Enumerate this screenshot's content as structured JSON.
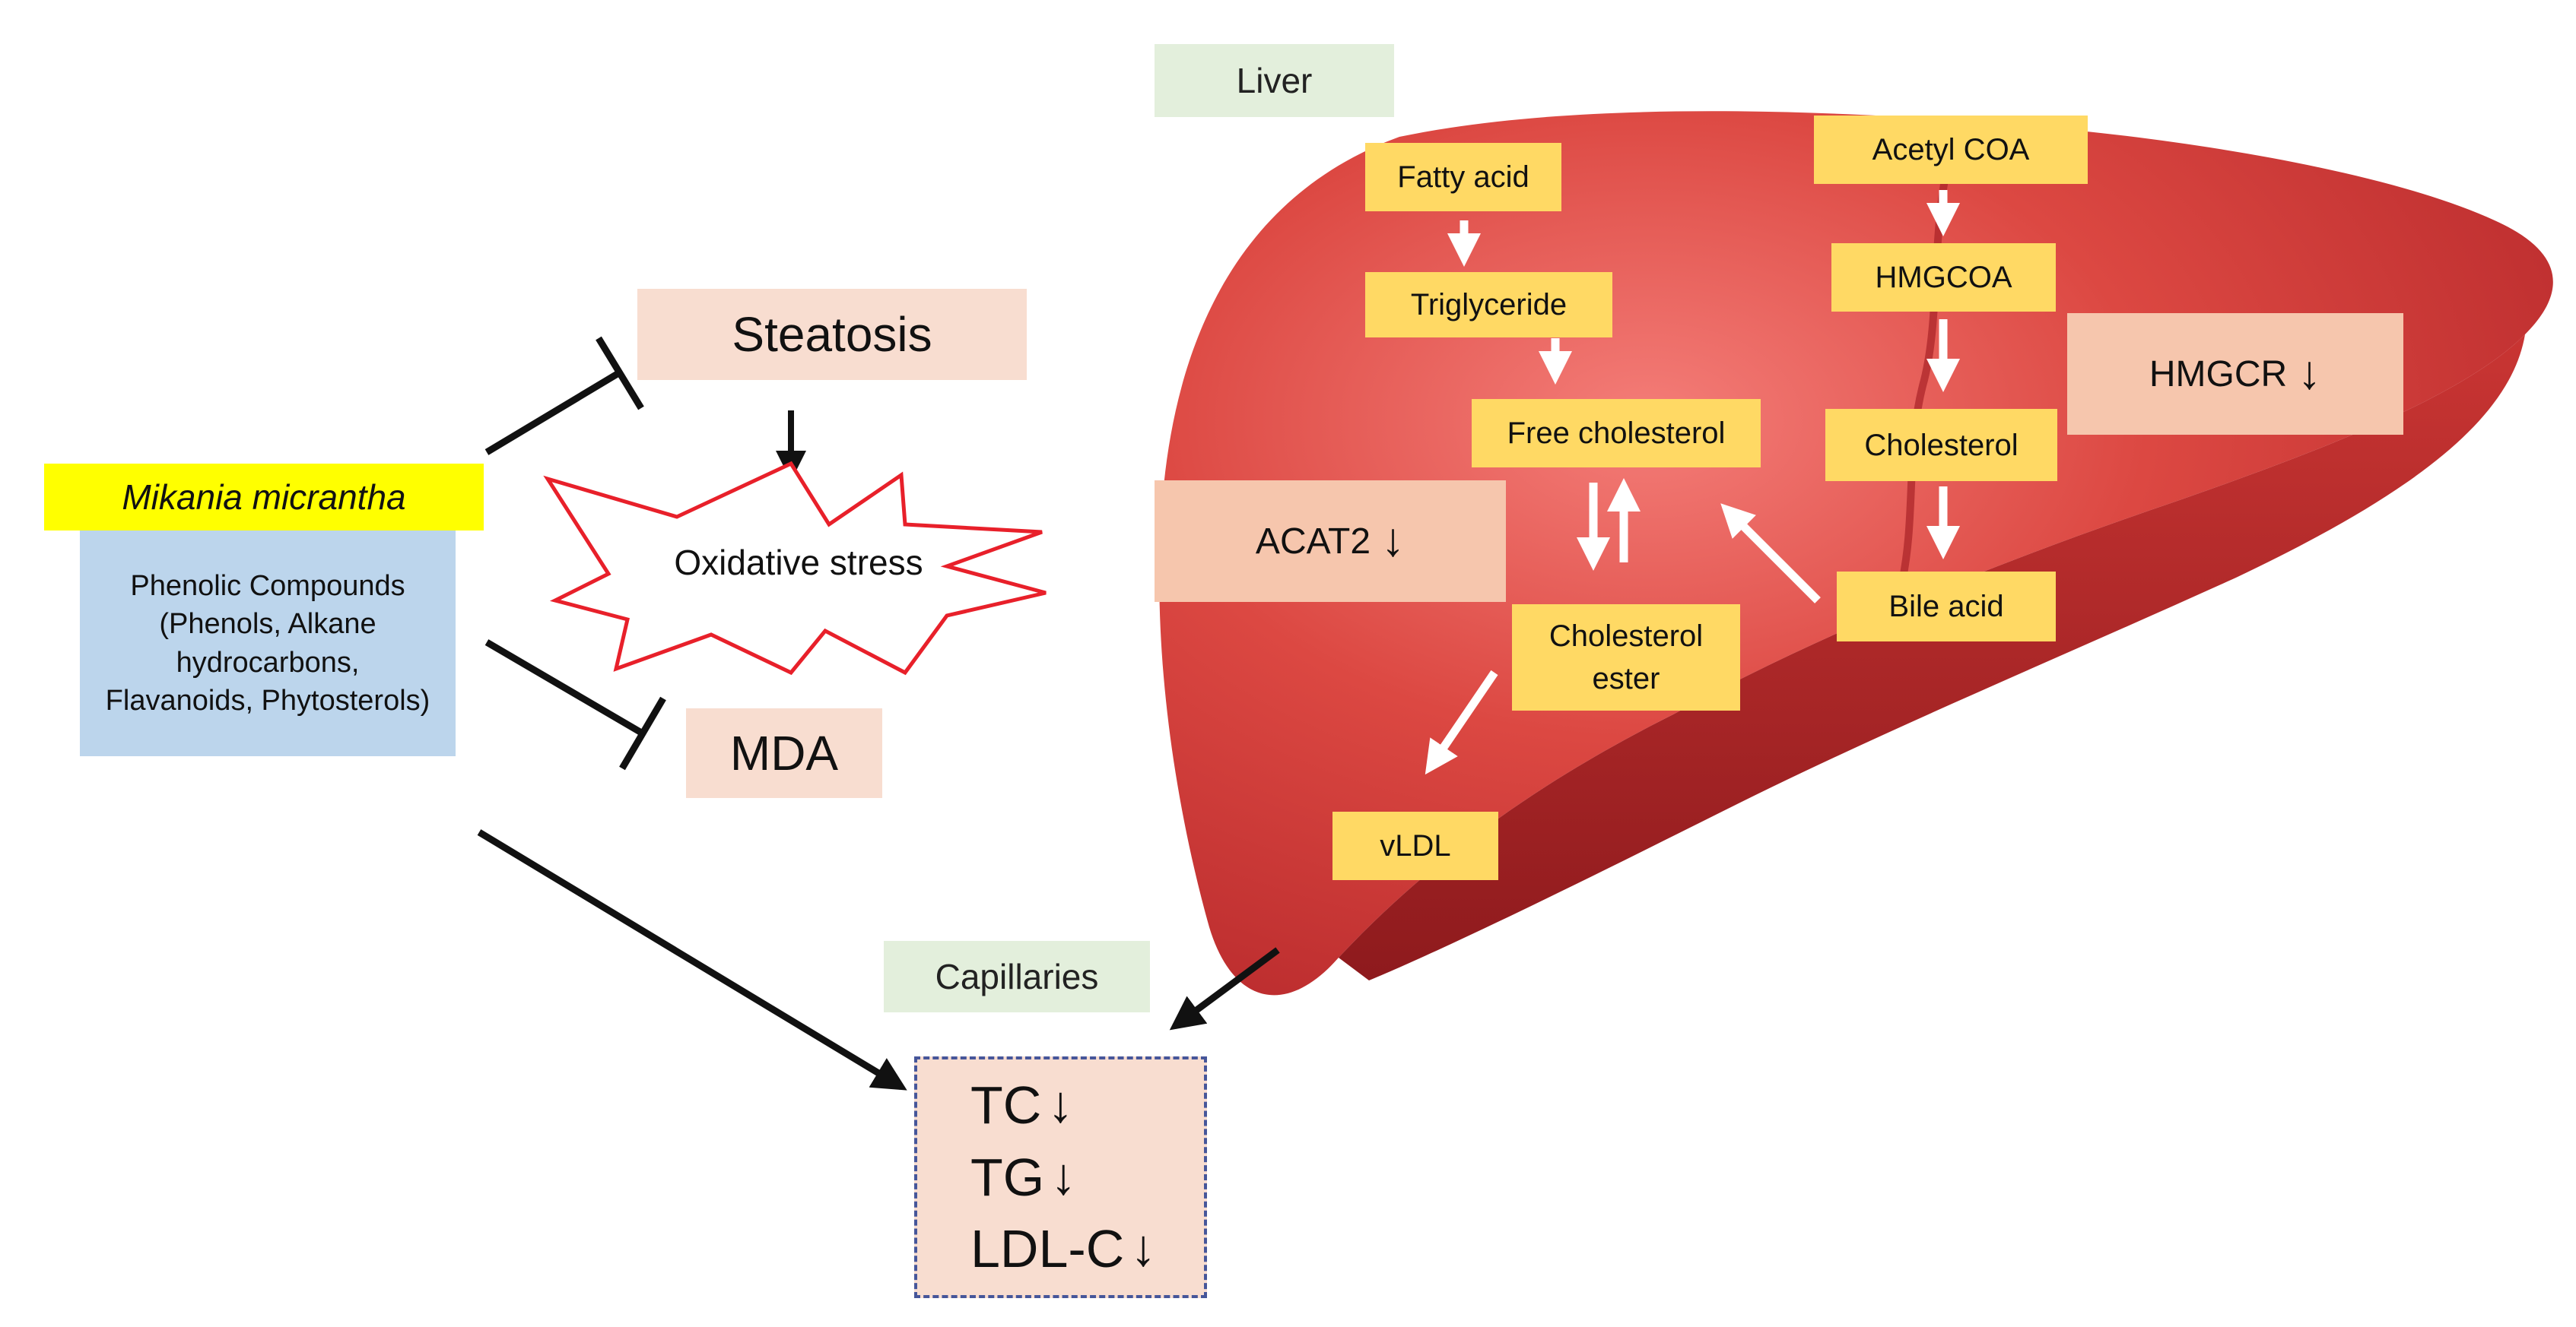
{
  "regions": {
    "liver": "Liver",
    "capillaries": "Capillaries"
  },
  "compound": {
    "name": "Mikania micrantha",
    "description": "Phenolic Compounds (Phenols, Alkane hydrocarbons, Flavanoids, Phytosterols)"
  },
  "effects": {
    "steatosis": "Steatosis",
    "oxidative_stress": "Oxidative stress",
    "mda": "MDA"
  },
  "pathway": {
    "fatty_acid": "Fatty acid",
    "triglyceride": "Triglyceride",
    "free_cholesterol": "Free cholesterol",
    "cholesterol_ester": "Cholesterol ester",
    "vldl": "vLDL",
    "acetyl_coa": "Acetyl COA",
    "hmgcoa": "HMGCOA",
    "cholesterol": "Cholesterol",
    "bile_acid": "Bile acid"
  },
  "enzymes": {
    "acat2": "ACAT2",
    "hmgcr": "HMGCR"
  },
  "serum": {
    "tc": "TC",
    "tg": "TG",
    "ldl_c": "LDL-C"
  },
  "symbols": {
    "down_arrow": "↓"
  },
  "colors": {
    "liver_main": "#d8403a",
    "liver_highlight": "#f06a66",
    "liver_shadow": "#9a1e20",
    "node_fill": "#ffd964",
    "enzyme_fill": "#f6c6ad",
    "effect_fill": "#f8ddd0",
    "region_label_fill": "#e3efdc",
    "compound_highlight": "#ffff00",
    "compound_box": "#bcd5ec",
    "oxidative_outline": "#e8202a",
    "results_border": "#46569a"
  }
}
